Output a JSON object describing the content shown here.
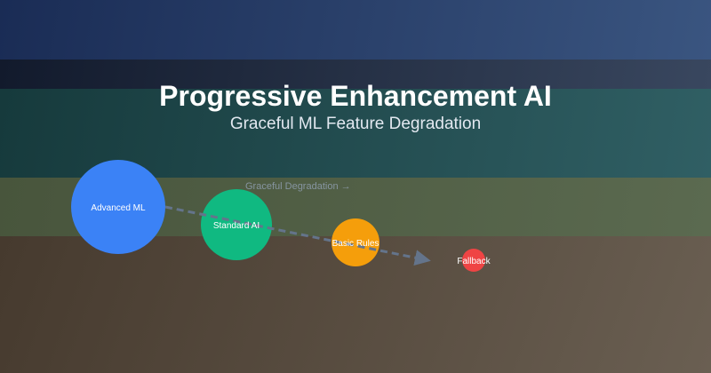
{
  "title": "Progressive Enhancement AI",
  "subtitle": "Graceful ML Feature Degradation",
  "arrow_label": "Graceful Degradation →",
  "tiers": [
    {
      "label": "Advanced ML",
      "color": "#3b82f6"
    },
    {
      "label": "Standard AI",
      "color": "#10b981"
    },
    {
      "label": "Basic Rules",
      "color": "#f59e0b"
    },
    {
      "label": "Fallback",
      "color": "#ef4444"
    }
  ],
  "arrow_color": "#64748b"
}
